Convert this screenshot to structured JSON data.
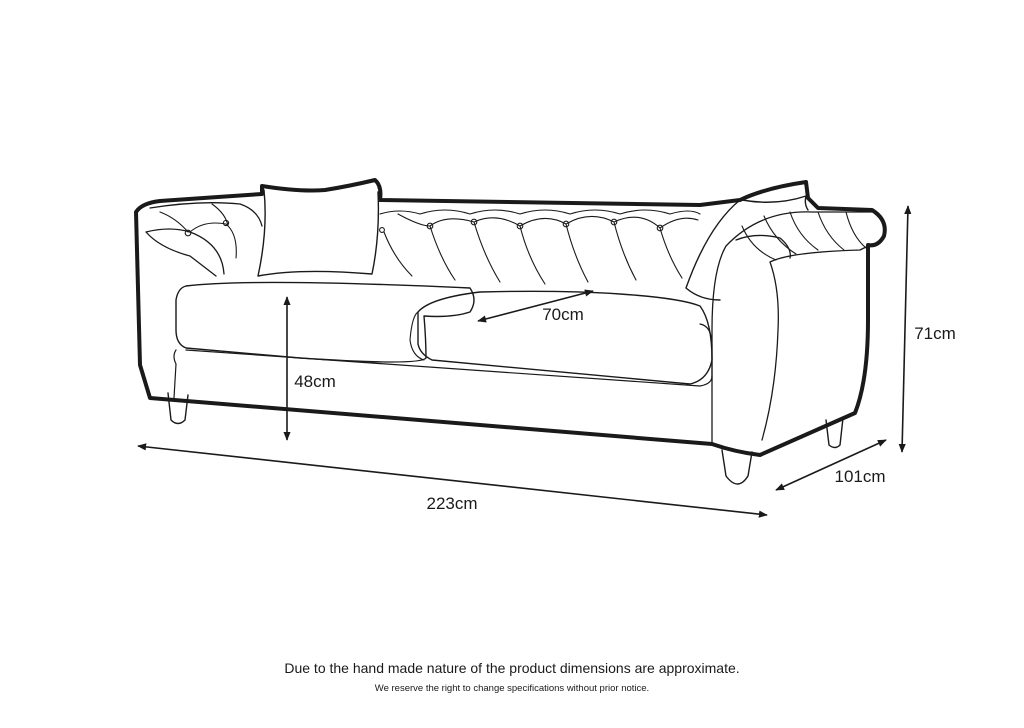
{
  "dimensions": {
    "width": "223cm",
    "depth": "101cm",
    "height": "71cm",
    "seat_height": "48cm",
    "seat_depth": "70cm"
  },
  "footer": {
    "disclaimer": "Due to the hand made nature of the product dimensions are approximate.",
    "notice": "We reserve the right to change specifications without prior notice."
  },
  "colors": {
    "line": "#1a1a1a",
    "background": "#ffffff"
  }
}
